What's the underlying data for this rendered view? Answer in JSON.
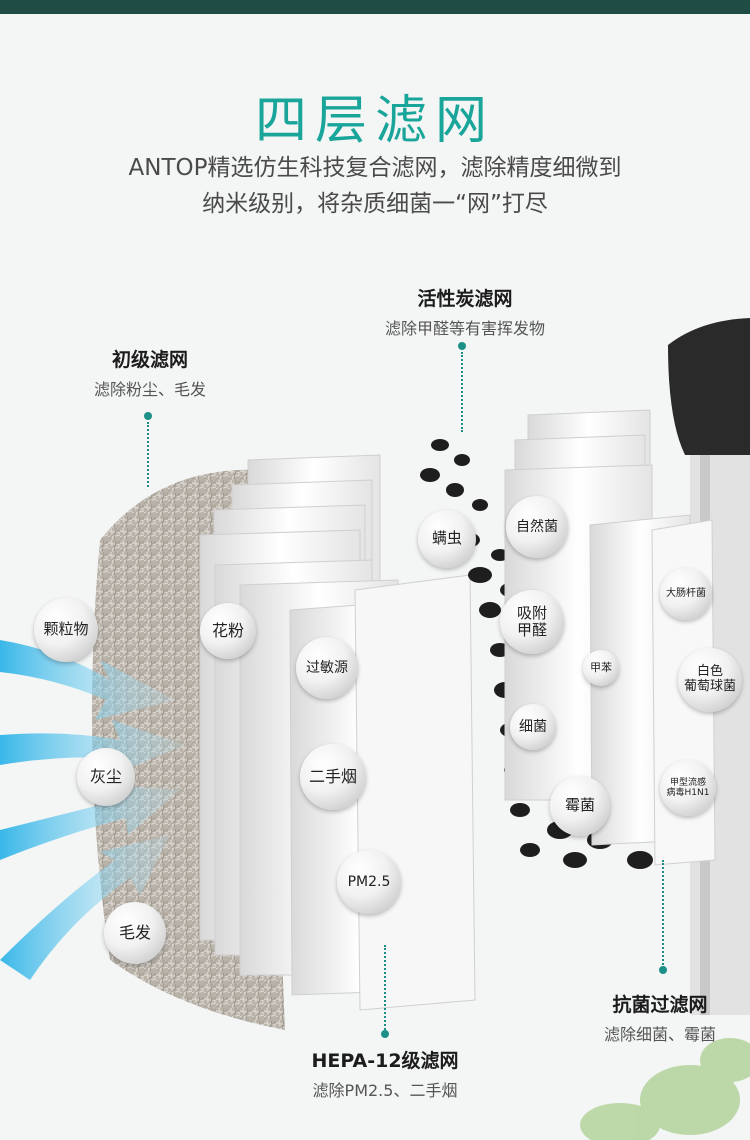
{
  "header": {
    "title": "四层滤网",
    "subtitle_line1": "ANTOP精选仿生科技复合滤网，滤除精度细微到",
    "subtitle_line2": "纳米级别，将杂质细菌一“网”打尽"
  },
  "layers": [
    {
      "title": "初级滤网",
      "desc": "滤除粉尘、毛发"
    },
    {
      "title": "活性炭滤网",
      "desc": "滤除甲醛等有害挥发物"
    },
    {
      "title": "HEPA-12级滤网",
      "desc": "滤除PM2.5、二手烟"
    },
    {
      "title": "抗菌过滤网",
      "desc": "滤除细菌、霉菌"
    }
  ],
  "bubbles": {
    "particles": "颗粒物",
    "dust": "灰尘",
    "hair": "毛发",
    "pollen": "花粉",
    "allergen": "过敏源",
    "smoke": "二手烟",
    "pm25": "PM2.5",
    "mite": "螨虫",
    "formaldehyde_line1": "吸附",
    "formaldehyde_line2": "甲醛",
    "benzene": "甲苯",
    "bacteria": "细菌",
    "mold": "霉菌",
    "natural_bacteria": "自然菌",
    "ecoli": "大肠杆菌",
    "staph_line1": "白色",
    "staph_line2": "葡萄球菌",
    "flu_line1": "甲型流感",
    "flu_line2": "病毒H1N1"
  },
  "colors": {
    "accent": "#1aa59a",
    "topbar": "#1f4d45",
    "line": "#1c8f86"
  }
}
